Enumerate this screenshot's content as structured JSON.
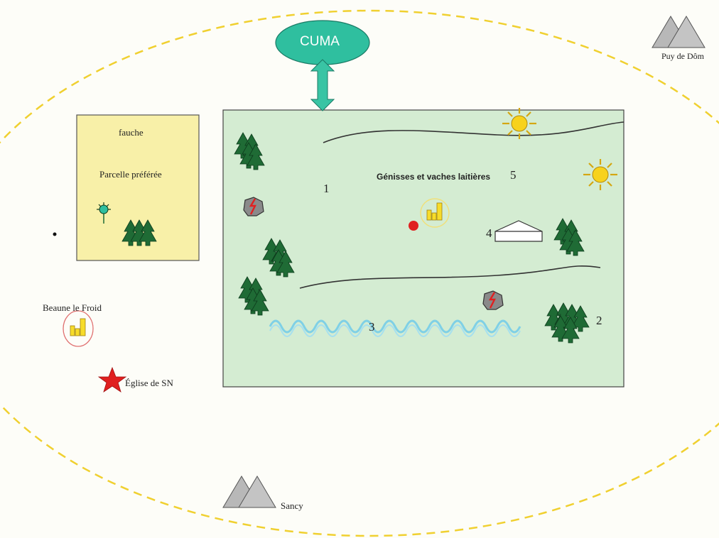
{
  "labels": {
    "cuma": "CUMA",
    "puy_de_dome": "Puy de Dôm",
    "sancy": "Sancy",
    "fauche": "fauche",
    "parcelle": "Parcelle préférée",
    "beaune": "Beaune le Froid",
    "eglise": "Église de SN",
    "genisses": "Génisses et vaches laitières",
    "n1": "1",
    "n2": "2",
    "n3": "3",
    "n4": "4",
    "n5": "5"
  },
  "colors": {
    "boundary": "#f0d030",
    "farm_area": "#d4ecd2",
    "preferred_plot": "#f8f0a8",
    "cuma": "#2fbf9f",
    "river": "#7fd0e6",
    "tree": "#1f6b35",
    "sun": "#f7d21c",
    "church_star": "#e02020",
    "farm_dot": "#e02020"
  },
  "icons": [
    "mountain-icon",
    "tree-icon",
    "sun-icon",
    "rock-icon",
    "building-icon",
    "barn-icon",
    "star-icon",
    "flower-icon"
  ]
}
